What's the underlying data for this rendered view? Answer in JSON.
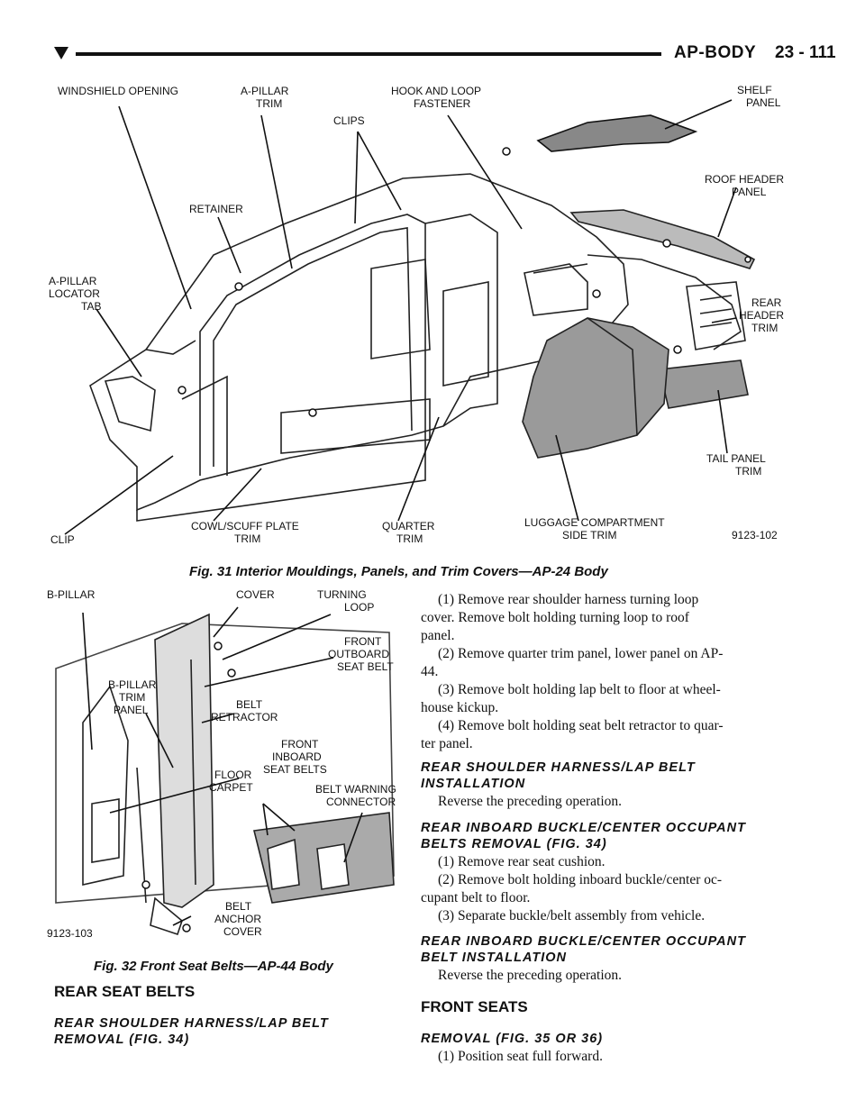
{
  "header": {
    "section": "AP-BODY",
    "page_number": "23 - 111"
  },
  "figure1": {
    "caption": "Fig. 31 Interior Mouldings, Panels, and Trim Covers—AP-24 Body",
    "code": "9123-102",
    "labels": {
      "windshield_opening": "WINDSHIELD OPENING",
      "a_pillar_trim_1": "A-PILLAR",
      "a_pillar_trim_2": "TRIM",
      "clips": "CLIPS",
      "hook_loop_1": "HOOK AND LOOP",
      "hook_loop_2": "FASTENER",
      "shelf_panel_1": "SHELF",
      "shelf_panel_2": "PANEL",
      "roof_header_1": "ROOF HEADER",
      "roof_header_2": "PANEL",
      "retainer": "RETAINER",
      "a_pillar_tab_1": "A-PILLAR",
      "a_pillar_tab_2": "LOCATOR",
      "a_pillar_tab_3": "TAB",
      "rear_header_1": "REAR",
      "rear_header_2": "HEADER",
      "rear_header_3": "TRIM",
      "tail_panel_1": "TAIL PANEL",
      "tail_panel_2": "TRIM",
      "clip": "CLIP",
      "cowl_1": "COWL/SCUFF PLATE",
      "cowl_2": "TRIM",
      "quarter_1": "QUARTER",
      "quarter_2": "TRIM",
      "luggage_1": "LUGGAGE COMPARTMENT",
      "luggage_2": "SIDE TRIM"
    }
  },
  "figure2": {
    "caption": "Fig. 32 Front Seat Belts—AP-44 Body",
    "code": "9123-103",
    "labels": {
      "b_pillar": "B-PILLAR",
      "cover": "COVER",
      "turning_1": "TURNING",
      "turning_2": "LOOP",
      "front_outboard_1": "FRONT",
      "front_outboard_2": "OUTBOARD",
      "front_outboard_3": "SEAT BELT",
      "b_pillar_trim_1": "B-PILLAR",
      "b_pillar_trim_2": "TRIM",
      "b_pillar_trim_3": "PANEL",
      "belt_retractor_1": "BELT",
      "belt_retractor_2": "RETRACTOR",
      "front_inboard_1": "FRONT",
      "front_inboard_2": "INBOARD",
      "front_inboard_3": "SEAT BELTS",
      "floor_carpet_1": "FLOOR",
      "floor_carpet_2": "CARPET",
      "belt_warning_1": "BELT WARNING",
      "belt_warning_2": "CONNECTOR",
      "belt_anchor_1": "BELT",
      "belt_anchor_2": "ANCHOR",
      "belt_anchor_3": "COVER"
    }
  },
  "left_text": {
    "heading_rear_seat_belts": "REAR SEAT BELTS",
    "heading_removal_1": "REAR SHOULDER HARNESS/LAP BELT",
    "heading_removal_2": "REMOVAL (FIG. 34)"
  },
  "right_text": {
    "step1_line1": "(1) Remove rear shoulder harness turning loop",
    "step1_line2": "cover. Remove bolt holding turning loop to roof",
    "step1_line3": "panel.",
    "step2_line1": "(2) Remove quarter trim panel, lower panel on AP-",
    "step2_line2": "44.",
    "step3_line1": "(3) Remove bolt holding lap belt to floor at wheel-",
    "step3_line2": "house kickup.",
    "step4_line1": "(4) Remove bolt holding seat belt retractor to quar-",
    "step4_line2": "ter panel.",
    "h_install_1": "REAR SHOULDER HARNESS/LAP BELT",
    "h_install_2": "INSTALLATION",
    "install_text": "Reverse the preceding operation.",
    "h_inboard_removal_1": "REAR INBOARD BUCKLE/CENTER OCCUPANT",
    "h_inboard_removal_2": "BELTS REMOVAL (FIG. 34)",
    "ib_step1": "(1) Remove rear seat cushion.",
    "ib_step2_line1": "(2) Remove bolt holding inboard buckle/center oc-",
    "ib_step2_line2": "cupant belt to floor.",
    "ib_step3": "(3) Separate buckle/belt assembly from vehicle.",
    "h_inboard_install_1": "REAR INBOARD BUCKLE/CENTER OCCUPANT",
    "h_inboard_install_2": "BELT INSTALLATION",
    "ib_install_text": "Reverse the preceding operation.",
    "heading_front_seats": "FRONT SEATS",
    "h_front_removal": "REMOVAL (FIG. 35 OR 36)",
    "fs_step1": "(1) Position seat full forward."
  }
}
